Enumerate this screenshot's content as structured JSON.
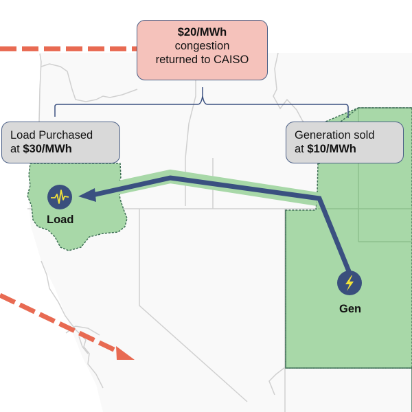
{
  "diagram": {
    "congestion_callout": {
      "price": "$20/MWh",
      "line1": "congestion",
      "line2": "returned to CAISO"
    },
    "load_callout": {
      "line1": "Load Purchased",
      "prefix": "at ",
      "price": "$30/MWh"
    },
    "gen_callout": {
      "line1": "Generation sold",
      "prefix": "at ",
      "price": "$10/MWh"
    },
    "nodes": {
      "load": {
        "label": "Load",
        "icon": "waveform-icon"
      },
      "gen": {
        "label": "Gen",
        "icon": "lightning-bolt-icon"
      }
    },
    "colors": {
      "map_land": "#f9f9f9",
      "map_border": "#d0d0d0",
      "region_fill": "#a8d8a8",
      "region_border": "#3d6e55",
      "flow_arrow": "#3a5080",
      "flow_halo": "#a8d8a8",
      "dashed_arrow": "#e86a52",
      "node_circle": "#3a4f7d",
      "icon_yellow": "#f2e23a",
      "congestion_fill": "#f5c2bb",
      "callout_fill": "#d9d9d9",
      "callout_border": "#4a5f86"
    }
  }
}
